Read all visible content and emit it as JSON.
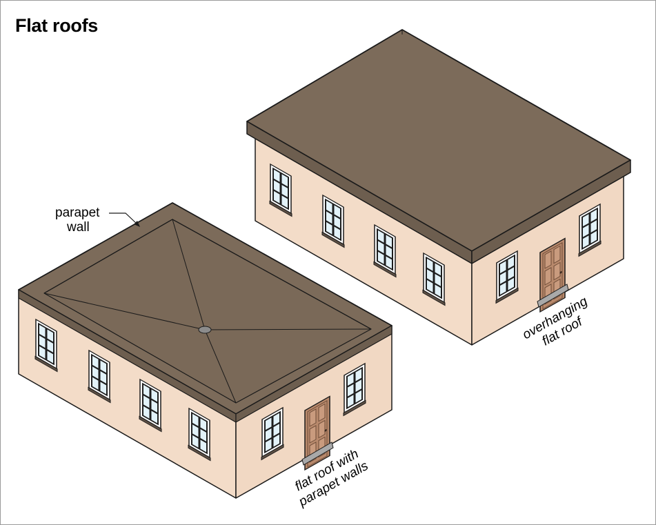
{
  "title": "Flat roofs",
  "labels": {
    "parapet_line1": "parapet",
    "parapet_line2": "wall",
    "parapet_caption_line1": "flat roof with",
    "parapet_caption_line2": "parapet walls",
    "overhang_caption_line1": "overhanging",
    "overhang_caption_line2": "flat roof"
  },
  "colors": {
    "roof": "#7c6b5a",
    "wall": "#f3dcc8",
    "wall_shadow": "#efd6c0",
    "outline": "#1a1a1a",
    "door": "#b8896c",
    "glass": "#dff0f8",
    "step": "#a9a9a9"
  }
}
